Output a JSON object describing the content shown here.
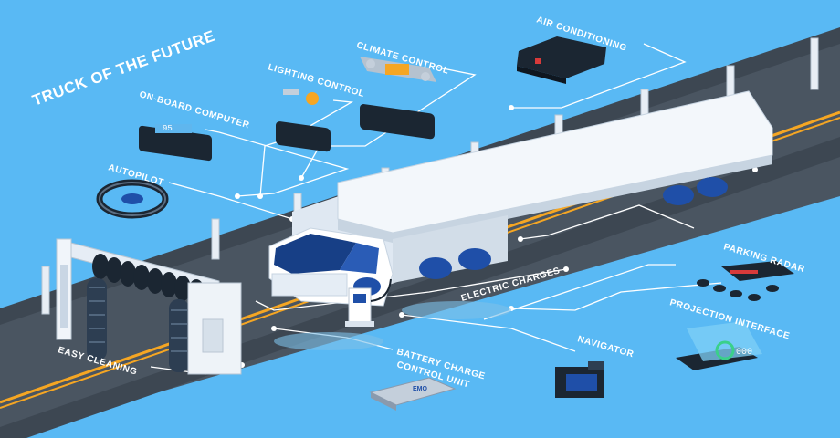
{
  "title": "TRUCK OF THE FUTURE",
  "labels": {
    "air_conditioning": "AIR CONDITIONING",
    "climate_control": "CLIMATE CONTROL",
    "lighting_control": "LIGHTING CONTROL",
    "on_board_computer": "ON-BOARD COMPUTER",
    "autopilot": "AUTOPILOT",
    "parking_radar": "PARKING RADAR",
    "electric_charges": "ELECTRIC CHARGES",
    "projection_interface": "PROJECTION INTERFACE",
    "navigator": "NAVIGATOR",
    "battery_line1": "BATTERY CHARGE",
    "battery_line2": "CONTROL UNIT",
    "easy_cleaning": "EASY CLEANING"
  },
  "readouts": {
    "computer_value": "95",
    "projection_value": "000",
    "battery_brand": "EMO"
  },
  "colors": {
    "background": "#59b9f4",
    "road": "#4a5561",
    "lane_stripe": "#f5a623",
    "truck_body": "#ffffff",
    "wheel_blue": "#1f4fa8",
    "line": "#ffffff"
  }
}
